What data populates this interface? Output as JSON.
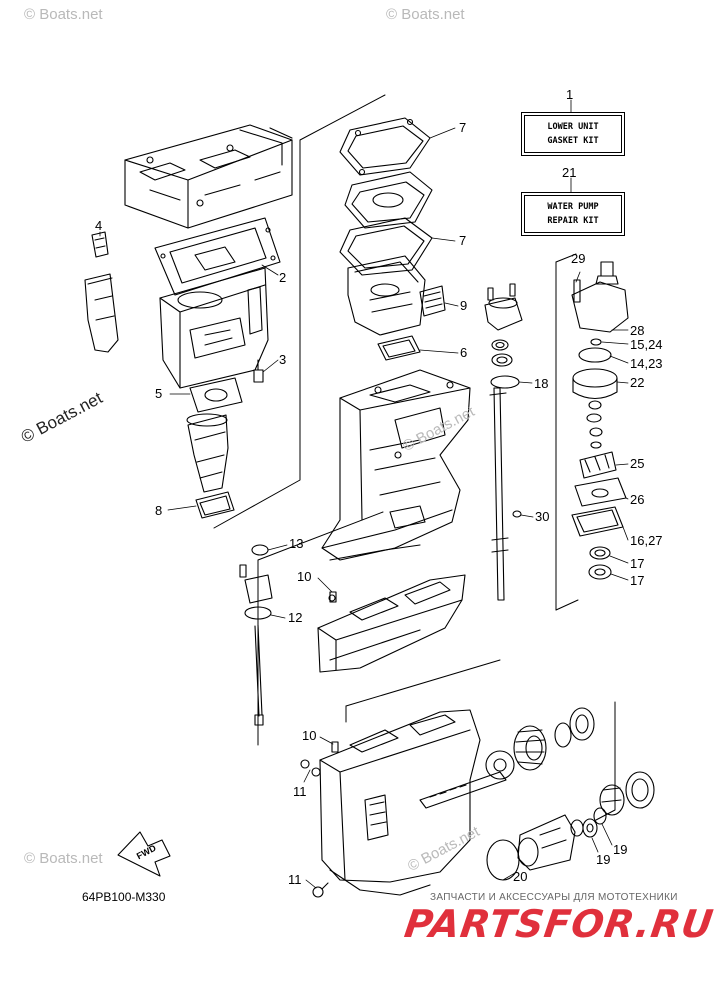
{
  "diagram": {
    "code": "64PB100-M330",
    "kits": {
      "lower_unit": {
        "line1": "LOWER UNIT",
        "line2": "GASKET KIT"
      },
      "water_pump": {
        "line1": "WATER PUMP",
        "line2": "REPAIR KIT"
      }
    },
    "fwd_label": "FWD",
    "callouts": [
      "1",
      "21",
      "7",
      "7",
      "4",
      "2",
      "29",
      "9",
      "28",
      "15,24",
      "6",
      "14,23",
      "3",
      "22",
      "18",
      "5",
      "25",
      "26",
      "8",
      "30",
      "16,27",
      "13",
      "17",
      "17",
      "10",
      "12",
      "10",
      "11",
      "11",
      "20",
      "19",
      "19"
    ]
  },
  "watermarks": {
    "boats": "© Boats.net",
    "boats_side": "© Boats.net",
    "parts_sub": "ЗАПЧАСТИ И АКСЕССУАРЫ ДЛЯ МОТОТЕХНИКИ",
    "parts_brand": "PARTSFOR.RU"
  }
}
